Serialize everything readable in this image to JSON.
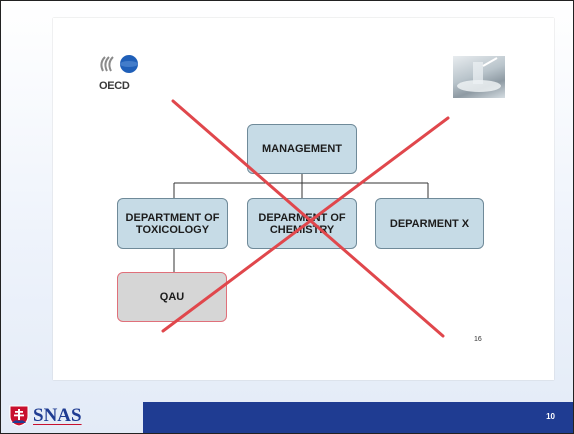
{
  "slide": {
    "logo_text": "OECD",
    "boxes": {
      "management": "MANAGEMENT",
      "toxicology_line1": "DEPARTMENT OF",
      "toxicology_line2": "TOXICOLOGY",
      "chemistry_line1": "DEPARMENT OF",
      "chemistry_line2": "CHEMISTRY",
      "dept_x": "DEPARMENT X",
      "qau": "QAU"
    },
    "slide_page_number": "16"
  },
  "footer": {
    "brand": "SNAS",
    "page_number": "10"
  },
  "colors": {
    "box_fill": "#c6dbe6",
    "cross": "#e0474c",
    "footer_bar": "#1f3c92"
  }
}
